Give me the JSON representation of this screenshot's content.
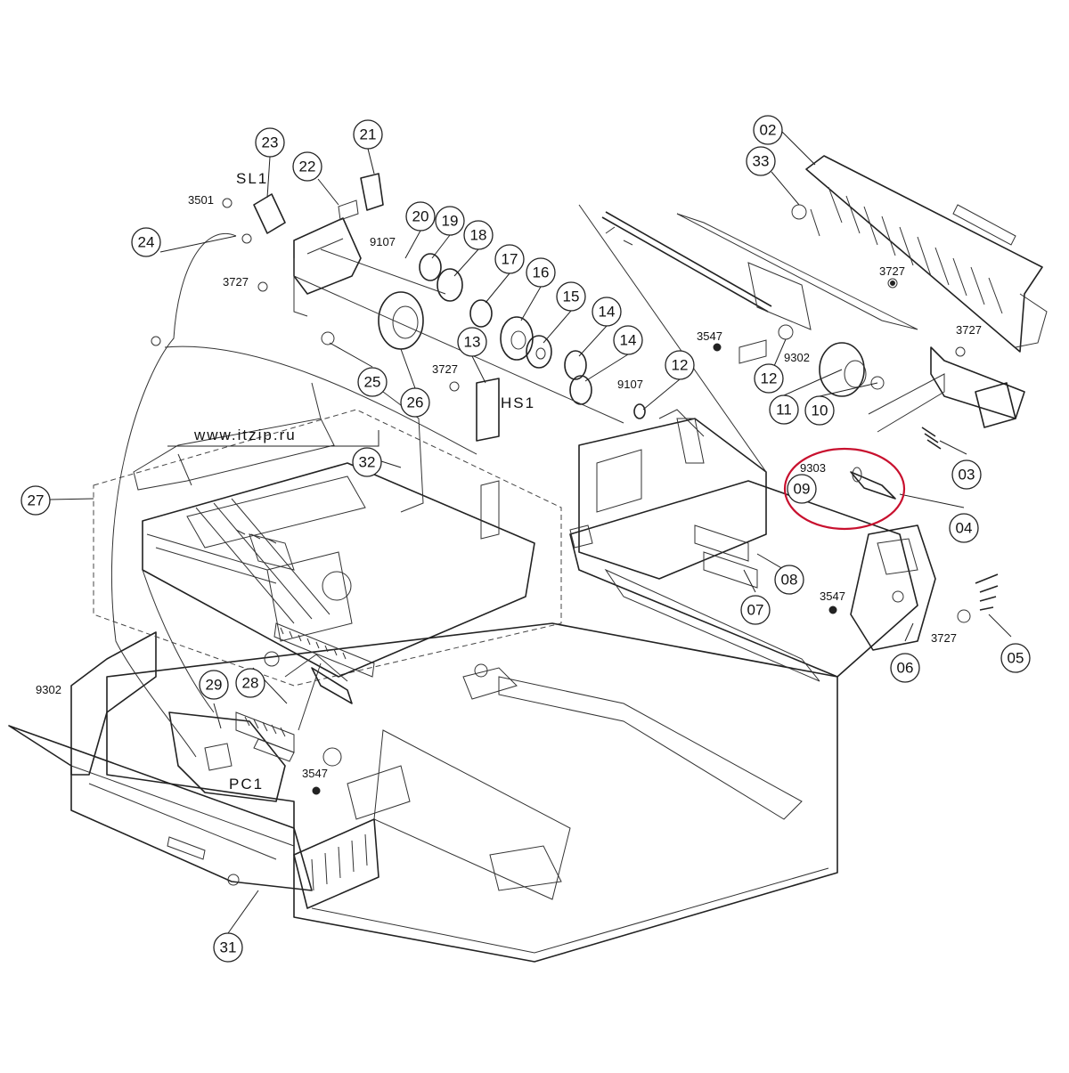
{
  "diagram": {
    "watermark": "www.itzip.ru",
    "callouts": [
      "02",
      "33",
      "23",
      "21",
      "22",
      "20",
      "19",
      "18",
      "17",
      "16",
      "15",
      "14",
      "14",
      "13",
      "12",
      "12",
      "11",
      "10",
      "09",
      "03",
      "04",
      "05",
      "06",
      "07",
      "08",
      "24",
      "25",
      "26",
      "27",
      "28",
      "29",
      "31",
      "32"
    ],
    "part_codes": [
      "3501",
      "3727",
      "9107",
      "3727",
      "3547",
      "9302",
      "3727",
      "3727",
      "9107",
      "9303",
      "3547",
      "3727",
      "9302",
      "3547"
    ],
    "component_labels": [
      "SL1",
      "HS1",
      "PC1"
    ],
    "highlight_color": "#c8102e"
  }
}
